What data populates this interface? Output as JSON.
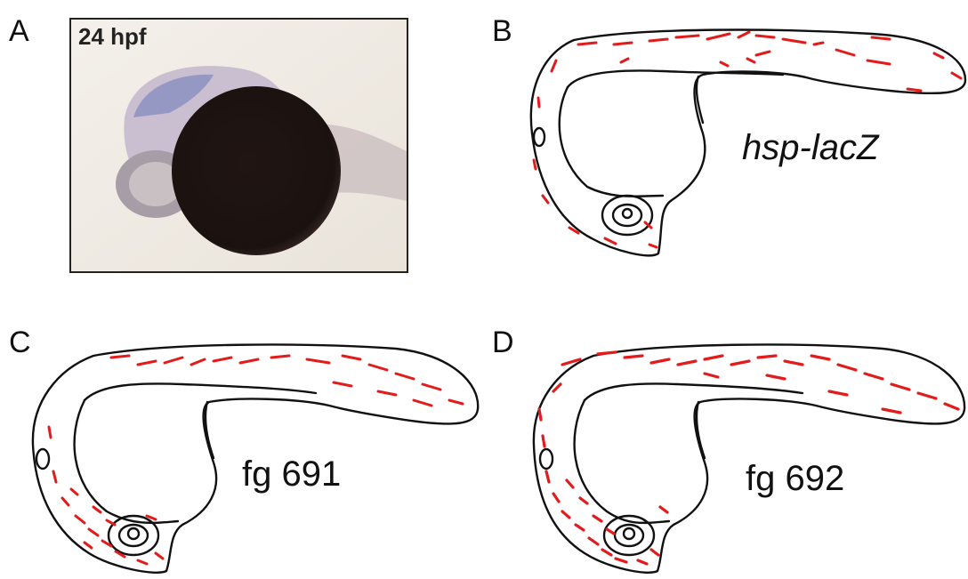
{
  "figure": {
    "panels": [
      {
        "letter": "A",
        "caption": "24 hpf"
      },
      {
        "letter": "B",
        "caption": "hsp-lacZ"
      },
      {
        "letter": "C",
        "caption": "fg 691"
      },
      {
        "letter": "D",
        "caption": "fg 692"
      }
    ],
    "colors": {
      "outline": "#111111",
      "stain": "#e21b1b",
      "yolk": "#1e1512",
      "blue_stain": "#4a5aa8"
    }
  }
}
